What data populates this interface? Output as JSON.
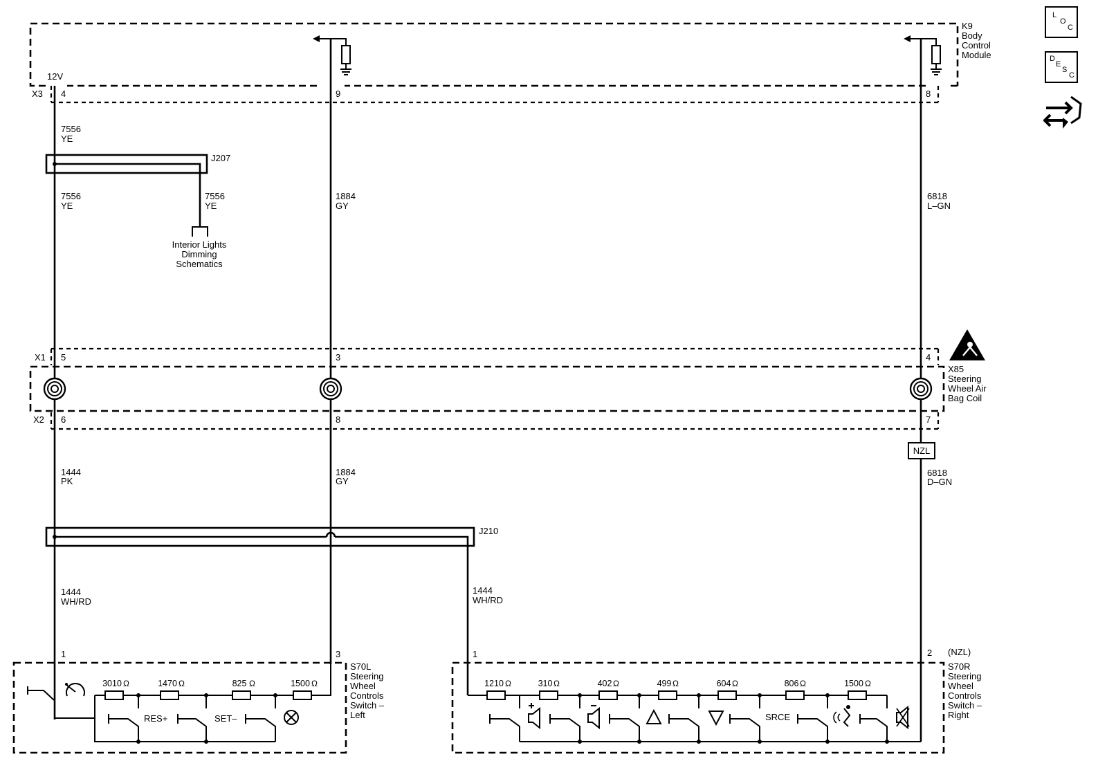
{
  "modules": {
    "bcm": {
      "id": "K9",
      "name": [
        "Body",
        "Control",
        "Module"
      ]
    },
    "coil": {
      "id": "X85",
      "name": [
        "Steering",
        "Wheel Air",
        "Bag Coil"
      ]
    },
    "switch_left": {
      "id": "S70L",
      "name": [
        "Steering",
        "Wheel",
        "Controls",
        "Switch –",
        "Left"
      ]
    },
    "switch_right": {
      "id": "S70R",
      "option": "(NZL)",
      "name": [
        "Steering",
        "Wheel",
        "Controls",
        "Switch –",
        "Right"
      ]
    }
  },
  "connectors": {
    "x3": "X3",
    "x1": "X1",
    "x2": "X2"
  },
  "voltage": "12V",
  "pins": {
    "x3_left": "4",
    "x3_mid": "9",
    "x3_right": "8",
    "x1_left": "5",
    "x1_mid": "3",
    "x1_right": "4",
    "x2_left": "6",
    "x2_mid": "8",
    "x2_right": "7",
    "s70l_1": "1",
    "s70l_3": "3",
    "s70r_1": "1",
    "s70r_2": "2"
  },
  "wires": {
    "w7556_top": {
      "num": "7556",
      "color": "YE"
    },
    "w7556_left": {
      "num": "7556",
      "color": "YE"
    },
    "w7556_branch": {
      "num": "7556",
      "color": "YE"
    },
    "w1884_top": {
      "num": "1884",
      "color": "GY"
    },
    "w6818_top": {
      "num": "6818",
      "color": "L–GN"
    },
    "w1444_mid": {
      "num": "1444",
      "color": "PK"
    },
    "w1884_mid": {
      "num": "1884",
      "color": "GY"
    },
    "w6818_bottom": {
      "num": "6818",
      "color": "D–GN"
    },
    "w1444_left": {
      "num": "1444",
      "color": "WH/RD"
    },
    "w1444_right": {
      "num": "1444",
      "color": "WH/RD"
    }
  },
  "splices": {
    "j207": "J207",
    "j210": "J210"
  },
  "reference": [
    "Interior Lights",
    "Dimming",
    "Schematics"
  ],
  "option_badge": "NZL",
  "resistors_left": [
    "3010",
    "1470",
    "825",
    "1500"
  ],
  "resistors_right": [
    "1210",
    "310",
    "402",
    "499",
    "604",
    "806",
    "1500"
  ],
  "ohm_symbol": "Ω",
  "switch_labels": {
    "res": "RES+",
    "set": "SET–",
    "srce": "SRCE"
  },
  "icons": {
    "loc": {
      "letters": [
        "L",
        "O",
        "C"
      ]
    },
    "desc": {
      "letters": [
        "D",
        "E",
        "S",
        "C"
      ]
    },
    "nav": "connector-end-view-icon",
    "warning": "airbag-warning-icon"
  }
}
